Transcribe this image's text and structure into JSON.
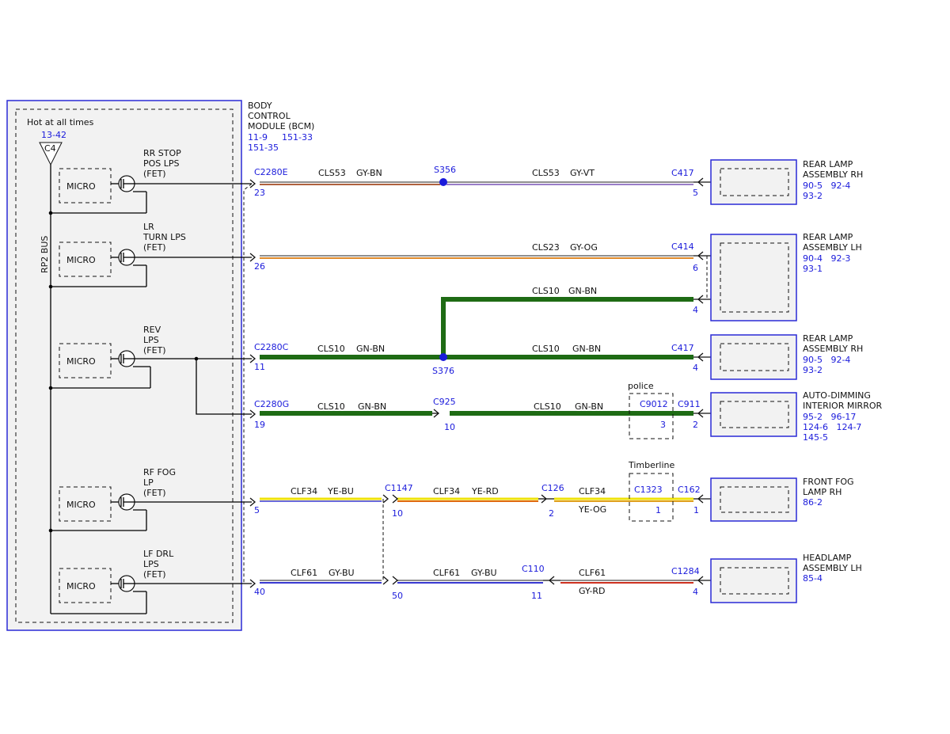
{
  "bcm": {
    "hot_label": "Hot at all times",
    "fuse_ref": "13-42",
    "fuse_id": "C4",
    "bus_label": "RP2 BUS",
    "title_lines": [
      "BODY",
      "CONTROL",
      "MODULE (BCM)"
    ],
    "refs": [
      "11-9",
      "151-33",
      "151-35"
    ],
    "micro_label": "MICRO",
    "outputs": [
      {
        "lines": [
          "RR STOP",
          "POS LPS",
          "(FET)"
        ]
      },
      {
        "lines": [
          "LR",
          "TURN LPS",
          "(FET)"
        ]
      },
      {
        "lines": [
          "REV",
          "LPS",
          "(FET)"
        ]
      },
      {
        "lines": [
          "RF FOG",
          "LP",
          "(FET)"
        ]
      },
      {
        "lines": [
          "LF DRL",
          "LPS",
          "(FET)"
        ]
      }
    ]
  },
  "circuits": [
    {
      "label": "CLS53",
      "color": "GY-BN"
    },
    {
      "label": "CLS53",
      "color": "GY-VT"
    },
    {
      "label": "CLS23",
      "color": "GY-OG"
    },
    {
      "label": "CLS10",
      "color": "GN-BN"
    },
    {
      "label": "CLS10",
      "color": "GN-BN"
    },
    {
      "label": "CLS10",
      "color": "GN-BN"
    },
    {
      "label": "CLS10",
      "color": "GN-BN"
    },
    {
      "label": "CLS10",
      "color": "GN-BN"
    },
    {
      "label": "CLF34",
      "color": "YE-BU"
    },
    {
      "label": "CLF34",
      "color": "YE-RD"
    },
    {
      "label": "CLF34",
      "color": "YE-OG"
    },
    {
      "label": "CLF61",
      "color": "GY-BU"
    },
    {
      "label": "CLF61",
      "color": "GY-BU"
    },
    {
      "label": "CLF61",
      "color": "GY-RD"
    }
  ],
  "connectors": {
    "c2280e": {
      "id": "C2280E",
      "pin": "23"
    },
    "c2280c": {
      "id": "C2280C",
      "pin": "11"
    },
    "c2280g": {
      "id": "C2280G",
      "pin": "19"
    },
    "bcm_pin_26": "26",
    "bcm_pin_5": "5",
    "bcm_pin_40": "40",
    "c417_top": {
      "id": "C417",
      "pin": "5"
    },
    "c414": {
      "id": "C414",
      "pins": [
        "6",
        "4"
      ]
    },
    "c417_mid": {
      "id": "C417",
      "pin": "4"
    },
    "c925": {
      "id": "C925",
      "pin": "10"
    },
    "c9012": {
      "id": "C9012",
      "pin": "3"
    },
    "c911": {
      "id": "C911",
      "pin": "2"
    },
    "c1147": {
      "id": "C1147",
      "pins": [
        "10",
        "50"
      ]
    },
    "c126": {
      "id": "C126",
      "pin": "2"
    },
    "c1323": {
      "id": "C1323",
      "pin": "1"
    },
    "c162": {
      "id": "C162",
      "pin": "1"
    },
    "c110": {
      "id": "C110",
      "pin": "11"
    },
    "c1284": {
      "id": "C1284",
      "pin": "4"
    }
  },
  "splices": {
    "s356": "S356",
    "s376": "S376"
  },
  "options": {
    "police": "police",
    "timberline": "Timberline"
  },
  "components": [
    {
      "lines": [
        "REAR LAMP",
        "ASSEMBLY RH"
      ],
      "refs": [
        "90-5   92-4",
        "93-2"
      ]
    },
    {
      "lines": [
        "REAR LAMP",
        "ASSEMBLY LH"
      ],
      "refs": [
        "90-4   92-3",
        "93-1"
      ]
    },
    {
      "lines": [
        "REAR LAMP",
        "ASSEMBLY RH"
      ],
      "refs": [
        "90-5   92-4",
        "93-2"
      ]
    },
    {
      "lines": [
        "AUTO-DIMMING",
        "INTERIOR MIRROR"
      ],
      "refs": [
        "95-2   96-17",
        "124-6   124-7",
        "145-5"
      ]
    },
    {
      "lines": [
        "FRONT FOG",
        "LAMP RH"
      ],
      "refs": [
        "86-2"
      ]
    },
    {
      "lines": [
        "HEADLAMP",
        "ASSEMBLY LH"
      ],
      "refs": [
        "85-4"
      ]
    }
  ],
  "colors": {
    "blue": "#1a1adb",
    "gray": "#8f8f8f",
    "brown": "#b0613f",
    "violet": "#9a7ec8",
    "orange": "#e08a2a",
    "green": "#1e6b14",
    "yellow": "#efe20a",
    "red": "#cc3020",
    "blue_wire": "#3838d0"
  }
}
